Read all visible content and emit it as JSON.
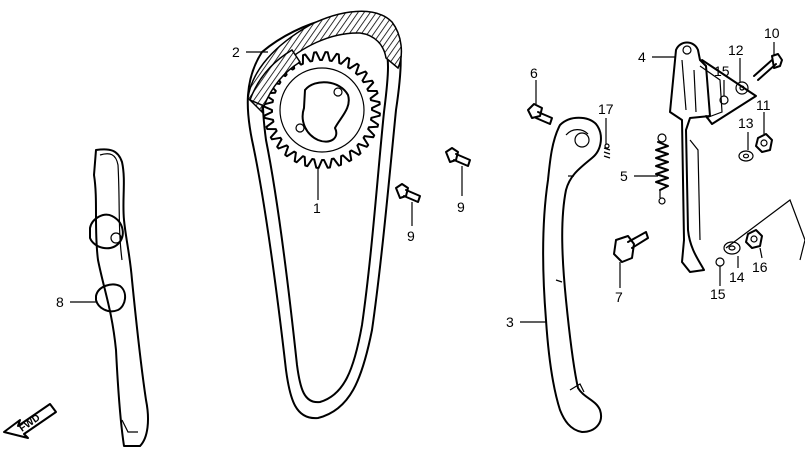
{
  "diagram": {
    "direction_label": "FWD",
    "callouts": {
      "c1": "1",
      "c2": "2",
      "c3": "3",
      "c4": "4",
      "c5": "5",
      "c6": "6",
      "c7": "7",
      "c8": "8",
      "c9a": "9",
      "c9b": "9",
      "c10": "10",
      "c11": "11",
      "c12": "12",
      "c13": "13",
      "c14": "14",
      "c15a": "15",
      "c15b": "15",
      "c16": "16",
      "c17": "17"
    }
  }
}
